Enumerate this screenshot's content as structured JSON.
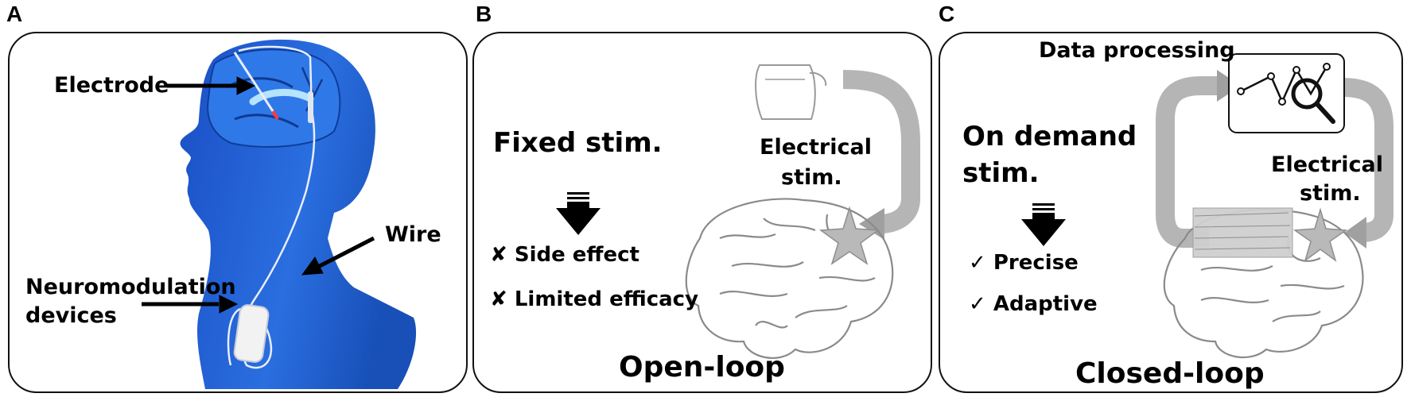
{
  "panels": {
    "a": {
      "letter": "A",
      "electrode_label": "Electrode",
      "wire_label": "Wire",
      "device_label_line1": "Neuromodulation",
      "device_label_line2": "devices"
    },
    "b": {
      "letter": "B",
      "fixed_stim": "Fixed stim.",
      "side_effect": "Side effect",
      "limited_efficacy": "Limited efficacy",
      "elec_stim_line1": "Electrical",
      "elec_stim_line2": "stim.",
      "mode": "Open-loop"
    },
    "c": {
      "letter": "C",
      "data_processing": "Data processing",
      "on_demand_line1": "On demand",
      "on_demand_line2": "stim.",
      "precise": "Precise",
      "adaptive": "Adaptive",
      "elec_stim_line1": "Electrical",
      "elec_stim_line2": "stim.",
      "mode": "Closed-loop"
    }
  },
  "symbols": {
    "cross": "✘",
    "check": "✓"
  },
  "colors": {
    "head_blue": "#1f5fd6",
    "arrow_gray": "#b5b5b5",
    "brain_stroke": "#8a8a8a",
    "star_gray": "#b9b9b9"
  }
}
